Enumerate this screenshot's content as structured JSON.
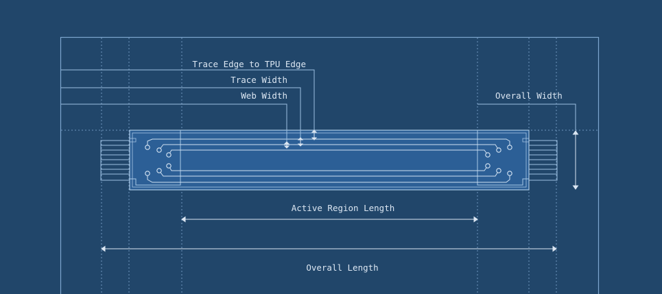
{
  "colors": {
    "background": "#21466a",
    "line": "#9dc0e2",
    "line_faint": "#6f97bf",
    "strip_fill": "#2c5f96",
    "label": "#dbe6f2"
  },
  "labels": {
    "trace_edge_to_tpu_edge": "Trace Edge to TPU Edge",
    "trace_width": "Trace Width",
    "web_width": "Web Width",
    "overall_width": "Overall Width",
    "active_region_length": "Active Region Length",
    "overall_length": "Overall Length"
  }
}
